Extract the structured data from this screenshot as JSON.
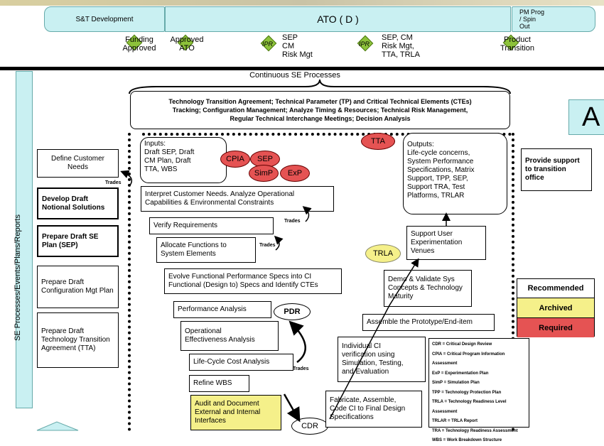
{
  "phases": {
    "sandt": "S&T Development",
    "ato": "ATO ( D )",
    "pm": "PM Prog\n/ Spin\nOut"
  },
  "milestones": {
    "funding": "Funding\nApproved",
    "approved_ato": "Approved\nATO",
    "ipr": "IPR",
    "ipr1_text": "SEP\nCM\nRisk Mgt",
    "ipr2_text": "SEP, CM\nRisk Mgt,\nTTA, TRLA",
    "product_transition": "Product\nTransition"
  },
  "continuous": {
    "title": "Continuous SE Processes",
    "body": "Technology Transition Agreement; Technical Parameter (TP) and Critical Technical Elements (CTEs)\nTracking; Configuration Management; Analyze Timing & Resources; Technical Risk Management,\nRegular Technical Interchange Meetings; Decision Analysis"
  },
  "big_letter": "A",
  "vertical_label": "SE Processes/Events/Plans/Reports",
  "left_boxes": [
    "Define Customer Needs",
    "Develop Draft Notional Solutions",
    "Prepare Draft SE Plan (SEP)",
    "Prepare Draft Configuration Mgt Plan",
    "Prepare Draft Technology Transition Agreement (TTA)"
  ],
  "trades": "Trades",
  "inputs": "Inputs:\nDraft SEP, Draft\nCM Plan, Draft\nTTA, WBS",
  "ovals": {
    "cpia": "CPIA",
    "sep": "SEP",
    "simp": "SimP",
    "exp": "ExP",
    "tta": "TTA",
    "trla": "TRLA",
    "pdr": "PDR",
    "cdr": "CDR"
  },
  "outputs": "Outputs:\nLife-cycle concerns,\nSystem Performance\nSpecifications, Matrix\nSupport, TPP, SEP,\nSupport TRA, Test\nPlatforms, TRLAR",
  "v_left": [
    "Interpret Customer Needs. Analyze Operational\nCapabilities & Environmental Constraints",
    "Verify Requirements",
    "Allocate Functions to\nSystem Elements",
    "Evolve Functional Performance Specs into CI\nFunctional (Design to) Specs and Identify CTEs",
    "Performance Analysis",
    "Operational\nEffectiveness Analysis",
    "Life-Cycle Cost Analysis",
    "Refine WBS",
    "Audit and Document\nExternal and Internal\nInterfaces"
  ],
  "v_right": [
    "Support User\nExperimentation\nVenues",
    "Demo & Validate Sys\nConcepts & Technology\nMaturity",
    "Assemble the Prototype/End-item",
    "Individual CI\nverification using\nSimulation, Testing,\nand Evaluation",
    "Fabricate, Assemble,\nCode CI to Final Design\nSpecifications"
  ],
  "transition_support": "Provide support\nto transition\noffice",
  "status_legend": {
    "recommended": "Recommended",
    "archived": "Archived",
    "required": "Required"
  },
  "acronyms": [
    "CDR = Critical Design Review",
    "CPIA = Critical Program Information Assessment",
    "ExP = Experimentation Plan",
    "SimP = Simulation Plan",
    "TPP = Technology Protection Plan",
    "TRLA = Technology Readiness Level Assessment",
    "TRLAR = TRLA Report",
    "TRA = Technology Readiness Assessment",
    "WBS = Work Breakdown Structure"
  ],
  "colors": {
    "phase": "#c9f0f2",
    "required": "#e55353",
    "archived": "#f5f08a",
    "ipr": "#8dc23a"
  }
}
